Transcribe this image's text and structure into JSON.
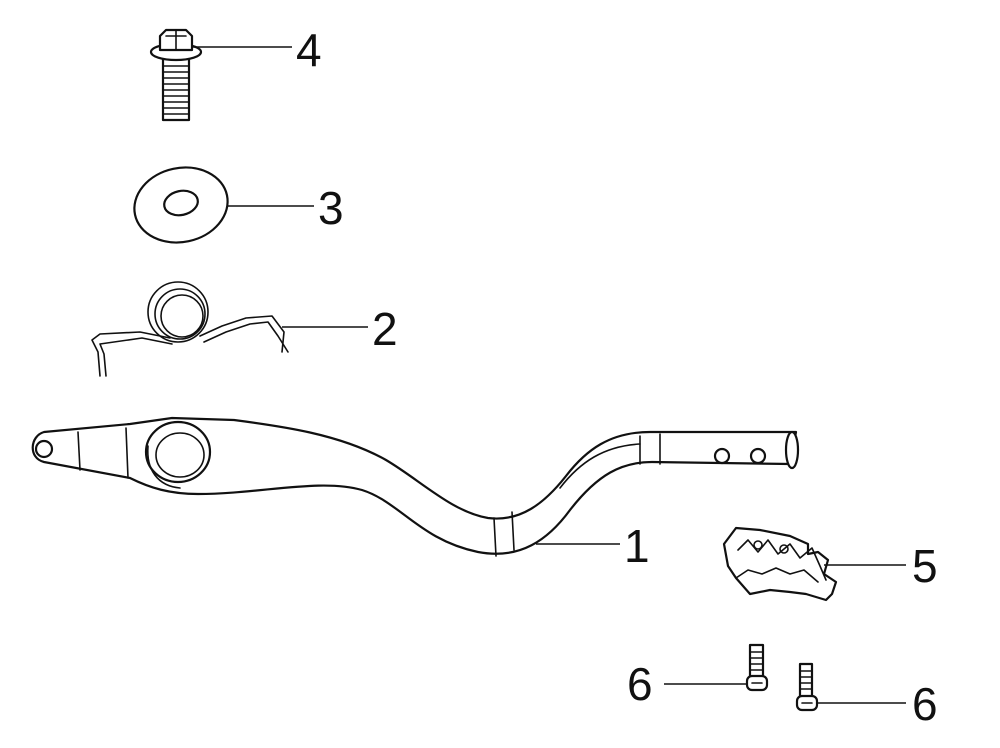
{
  "callouts": {
    "part_4": "4",
    "part_3": "3",
    "part_2": "2",
    "part_1": "1",
    "part_5": "5",
    "part_6_left": "6",
    "part_6_right": "6"
  }
}
